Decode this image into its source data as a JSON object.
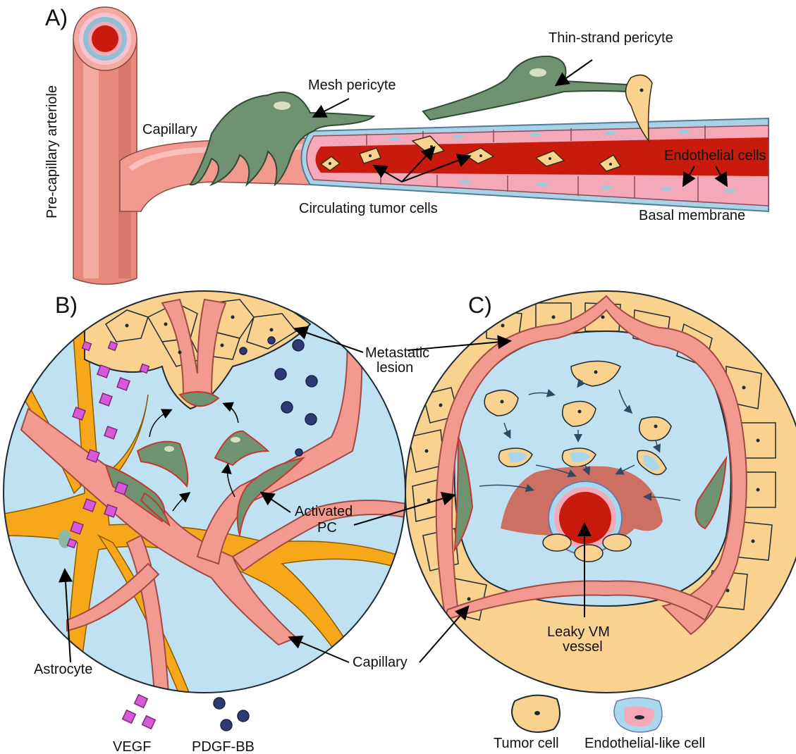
{
  "panels": {
    "a": "A)",
    "b": "B)",
    "c": "C)"
  },
  "colors": {
    "tumor": "#f8d28e",
    "endo_pink": "#f4a9b8",
    "endo_blue": "#a9d8ee",
    "blood": "#c81b0e",
    "pericyte": "#6f9371",
    "vessel_pink": "#f29a8f",
    "tissue_blue": "#bfe1f1",
    "astro": "#f7a81a",
    "vegf": "#d958d9",
    "pdgf": "#2d3a73"
  },
  "panel_a": {
    "arteriole": "Pre-capillary arteriole",
    "capillary": "Capillary",
    "mesh": "Mesh pericyte",
    "thin": "Thin-strand pericyte",
    "endothelial": "Endothelial cells",
    "ctc": "Circulating tumor cells",
    "basal": "Basal membrane"
  },
  "panel_b": {
    "metastatic_1": "Metastatic",
    "metastatic_2": "lesion",
    "activated_1": "Activated",
    "activated_2": "PC",
    "capillary": "Capillary",
    "astrocyte": "Astrocyte"
  },
  "panel_c": {
    "leaky_1": "Leaky VM",
    "leaky_2": "vessel"
  },
  "legend": {
    "vegf": "VEGF",
    "pdgf": "PDGF-BB",
    "tumor": "Tumor cell",
    "endo_like": "Endothelial-like cell"
  }
}
